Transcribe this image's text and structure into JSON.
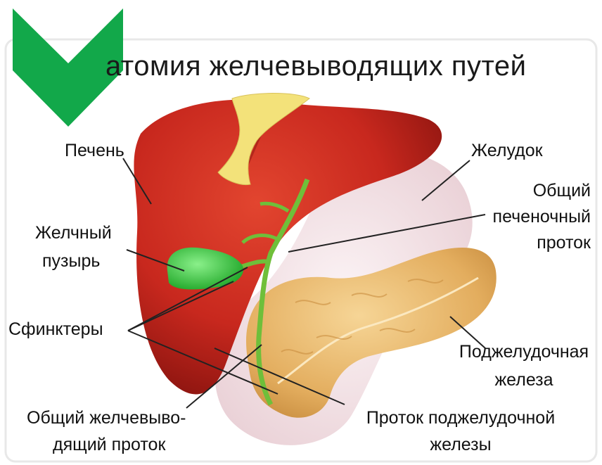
{
  "title": "атомия желчевыводящих путей",
  "labels": {
    "liver": "Печень",
    "gallbladder_1": "Желчный",
    "gallbladder_2": "пузырь",
    "sphincters": "Сфинктеры",
    "common_bile_1": "Общий желчевыво-",
    "common_bile_2": "дящий проток",
    "stomach": "Желудок",
    "hepatic_1": "Общий",
    "hepatic_2": "печеночный",
    "hepatic_3": "проток",
    "pancreas_1": "Поджелудочная",
    "pancreas_2": "железа",
    "pancreatic_duct_1": "Проток поджелудочной",
    "pancreatic_duct_2": "железы"
  },
  "colors": {
    "liver": "#c8281e",
    "liver_dark": "#8e1510",
    "gallbladder": "#3fc83f",
    "duct": "#6fbf3a",
    "ligament": "#f3e27a",
    "stomach": "#f2dfe3",
    "pancreas": "#e8b86a",
    "check": "#12a84a"
  },
  "icons": {
    "check": "green-checkmark-icon"
  }
}
